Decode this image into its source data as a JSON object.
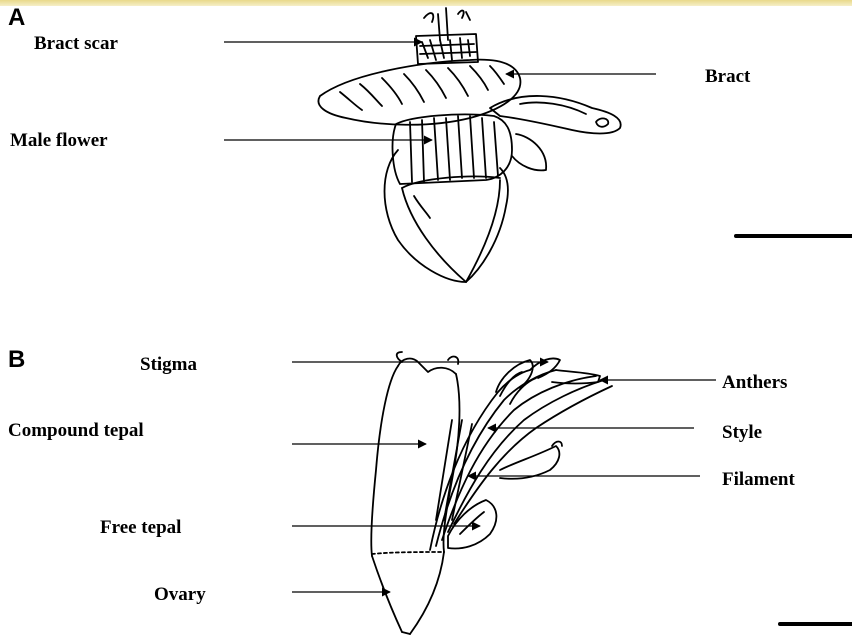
{
  "panels": {
    "a": {
      "letter": "A",
      "labels": {
        "bract_scar": "Bract scar",
        "bract": "Bract",
        "male_flower": "Male flower"
      }
    },
    "b": {
      "letter": "B",
      "labels": {
        "stigma": "Stigma",
        "anthers": "Anthers",
        "compound_tepal": "Compound tepal",
        "style": "Style",
        "filament": "Filament",
        "free_tepal": "Free tepal",
        "ovary": "Ovary"
      }
    }
  }
}
